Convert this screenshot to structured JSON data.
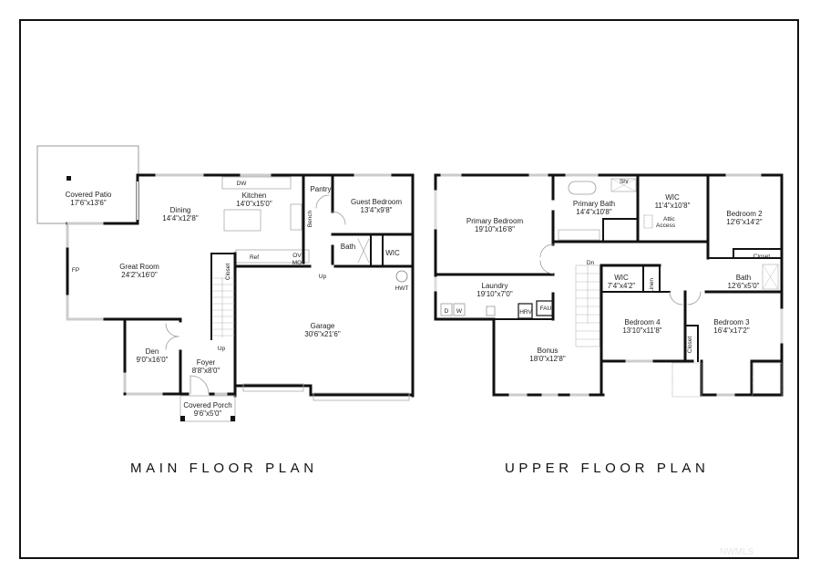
{
  "main_floor": {
    "title": "MAIN FLOOR PLAN",
    "rooms": [
      {
        "name": "Covered Patio",
        "size": "17'6\"x13'6\""
      },
      {
        "name": "Dining",
        "size": "14'4\"x12'8\""
      },
      {
        "name": "Kitchen",
        "size": "14'0\"x15'0\""
      },
      {
        "name": "Pantry",
        "size": ""
      },
      {
        "name": "Guest Bedroom",
        "size": "13'4\"x9'8\""
      },
      {
        "name": "Great Room",
        "size": "24'2\"x16'0\""
      },
      {
        "name": "Bath",
        "size": ""
      },
      {
        "name": "WIC",
        "size": ""
      },
      {
        "name": "Garage",
        "size": "30'6\"x21'6\""
      },
      {
        "name": "Den",
        "size": "9'0\"x16'0\""
      },
      {
        "name": "Foyer",
        "size": "8'8\"x8'0\""
      },
      {
        "name": "Covered Porch",
        "size": "9'6\"x5'0\""
      }
    ],
    "fixtures": {
      "dw": "DW",
      "ref": "Ref",
      "ov": "OV",
      "mo": "MO",
      "bench": "Bench",
      "closet": "Closet",
      "fp": "FP",
      "hwt": "HWT",
      "up1": "Up",
      "up2": "Up"
    }
  },
  "upper_floor": {
    "title": "UPPER FLOOR PLAN",
    "rooms": [
      {
        "name": "Primary Bedroom",
        "size": "19'10\"x16'8\""
      },
      {
        "name": "Primary Bath",
        "size": "14'4\"x10'8\""
      },
      {
        "name": "WIC",
        "size": "11'4\"x10'8\""
      },
      {
        "name": "Bedroom 2",
        "size": "12'6\"x14'2\""
      },
      {
        "name": "Laundry",
        "size": "19'10\"x7'0\""
      },
      {
        "name": "WIC",
        "size": "7'4\"x4'2\""
      },
      {
        "name": "Bath",
        "size": "12'6\"x5'0\""
      },
      {
        "name": "Bedroom 4",
        "size": "13'10\"x11'8\""
      },
      {
        "name": "Bedroom 3",
        "size": "16'4\"x17'2\""
      },
      {
        "name": "Bonus",
        "size": "18'0\"x12'8\""
      }
    ],
    "fixtures": {
      "shr": "Shr",
      "attic": "Attic",
      "access": "Access",
      "closet_b2": "Closet",
      "linen": "Linen",
      "closet_b3": "Closet",
      "d": "D",
      "w": "W",
      "hrv": "HRV",
      "fau": "FAU",
      "dn": "Dn"
    }
  },
  "watermark": "NWMLS"
}
